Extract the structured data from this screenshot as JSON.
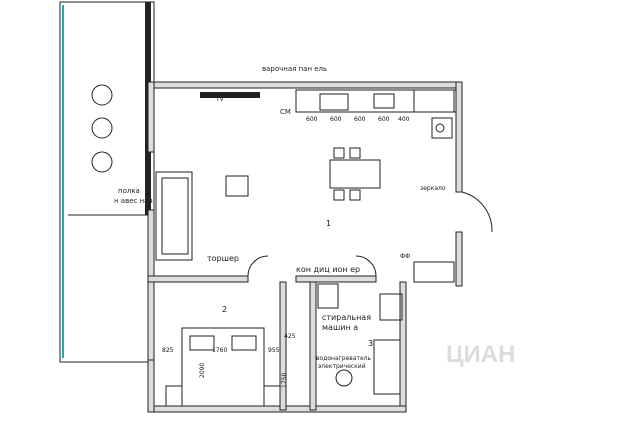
{
  "labels": {
    "hob": "варочная пан ель",
    "tv": "TV",
    "sm": "СМ",
    "fridge_area": "зеркало",
    "balcony_note_1": "полка",
    "balcony_note_2": "н авес ная",
    "torshер": "торшер",
    "conditioner": "кон диц ион ер",
    "washer_1": "стиральная",
    "washer_2": "машин а",
    "heater_1": "водонагреватель",
    "heater_2": "электрический",
    "ff": "ФФ",
    "bath_num": "3"
  },
  "rooms": {
    "living": "1",
    "bedroom": "2",
    "bath": "3"
  },
  "kitchen_dims": [
    "600",
    "600",
    "600",
    "600",
    "400"
  ],
  "bed_dims": {
    "left": "825",
    "bed": "1760",
    "right": "955",
    "vert": "2090",
    "closet": "1750",
    "top": "425"
  },
  "watermark": "ЦИАН"
}
